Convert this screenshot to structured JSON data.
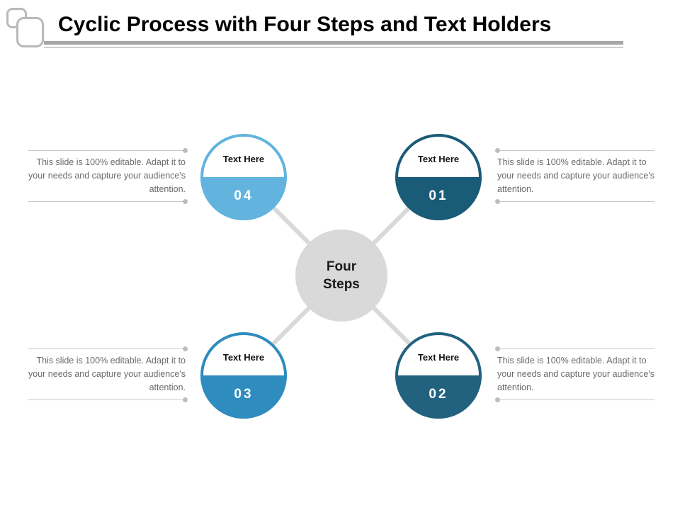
{
  "header": {
    "title": "Cyclic Process with Four Steps and Text Holders",
    "logo_icon": "overlapping-rounded-squares-icon"
  },
  "center": {
    "line1": "Four",
    "line2": "Steps",
    "color": "#d9d9d9"
  },
  "body_text": "This slide is 100% editable. Adapt it to your needs and capture your audience's attention.",
  "steps": [
    {
      "id": "04",
      "number": "04",
      "label": "Text Here",
      "color": "#62b4de",
      "position": "top-left",
      "text": "This slide is 100% editable. Adapt it to your needs and capture your audience's attention."
    },
    {
      "id": "01",
      "number": "01",
      "label": "Text Here",
      "color": "#1a5b78",
      "position": "top-right",
      "text": "This slide is 100% editable. Adapt it to your needs and capture your audience's attention."
    },
    {
      "id": "03",
      "number": "03",
      "label": "Text Here",
      "color": "#2e8cbe",
      "position": "bottom-left",
      "text": "This slide is 100% editable. Adapt it to your needs and capture your audience's attention."
    },
    {
      "id": "02",
      "number": "02",
      "label": "Text Here",
      "color": "#22627f",
      "position": "bottom-right",
      "text": "This slide is 100% editable. Adapt it to your needs and capture your audience's attention."
    }
  ],
  "theme": {
    "connector_color": "#d9d9d9",
    "rule_color": "#a6a6a6",
    "text_gray": "#6b6b6b",
    "background": "#ffffff"
  }
}
